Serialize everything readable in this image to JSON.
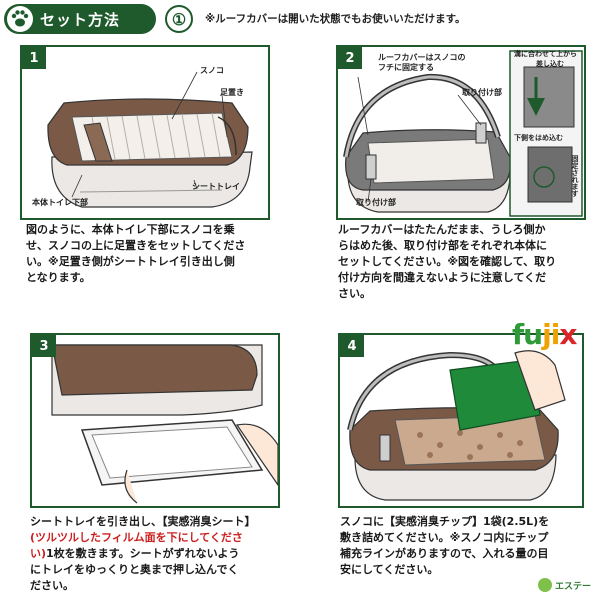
{
  "header": {
    "title": "セット方法",
    "number": "①",
    "note": "※ルーフカバーは開いた状態でもお使いいただけます。"
  },
  "steps": [
    {
      "number": "1",
      "labels": [
        "スノコ",
        "足置き",
        "本体トイレ下部",
        "シートトレイ"
      ],
      "text_lines": [
        "図のように、本体トイレ下部にスノコを乗",
        "せ、スノコの上に足置きをセットしてくださ",
        "い。※足置き側がシートトレイ引き出し側",
        "となります。"
      ]
    },
    {
      "number": "2",
      "labels": [
        "ルーフカバーはスノコの",
        "フチに固定する",
        "取り付け部",
        "取り付け部",
        "溝に合わせて上から",
        "差し込む",
        "下側をはめ込む",
        "固定されます"
      ],
      "text_lines": [
        "ルーフカバーはたたんだまま、うしろ側か",
        "らはめた後、取り付け部をそれぞれ本体に",
        "セットしてください。※図を確認して、取り",
        "付け方向を間違えないように注意してくだ",
        "さい。"
      ]
    },
    {
      "number": "3",
      "text_lines": [
        "シートトレイを引き出し、【実感消臭シート】",
        "(ツルツルしたフィルム面を下にしてくださ",
        "い)1枚を敷きます。シートがずれないよう",
        "にトレイをゆっくりと奥まで押し込んでく",
        "ださい。"
      ]
    },
    {
      "number": "4",
      "text_lines": [
        "スノコに【実感消臭チップ】1袋(2.5L)を",
        "敷き詰めてください。※スノコ内にチップ",
        "補充ラインがありますので、入れる量の目",
        "安にしてください。"
      ]
    }
  ],
  "brand": {
    "fujix": [
      "fu",
      "ji",
      "x"
    ],
    "footer": "エステー"
  },
  "colors": {
    "accent": "#1f5a2c",
    "red": "#cc1f1f"
  }
}
